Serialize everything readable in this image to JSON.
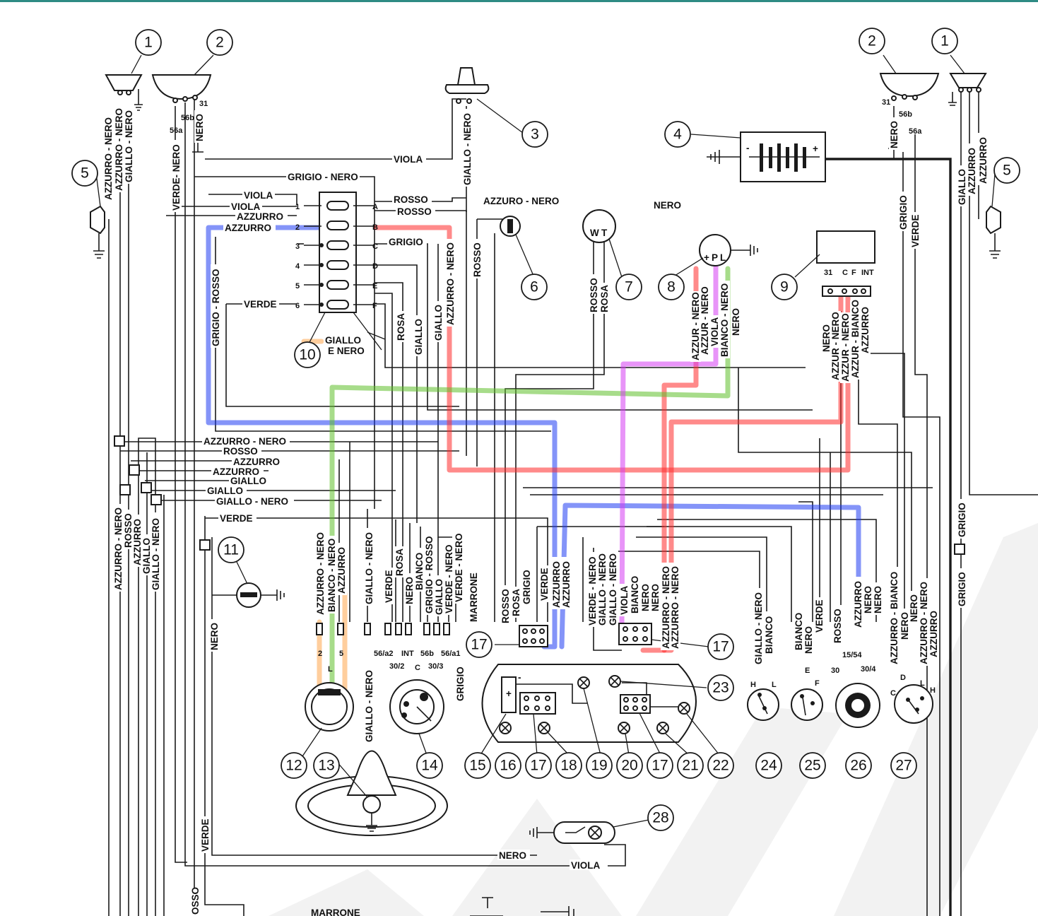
{
  "diagram": {
    "components": [
      {
        "id": "1",
        "label": "1"
      },
      {
        "id": "2",
        "label": "2"
      },
      {
        "id": "3",
        "label": "3"
      },
      {
        "id": "4",
        "label": "4"
      },
      {
        "id": "5",
        "label": "5"
      },
      {
        "id": "6",
        "label": "6"
      },
      {
        "id": "7",
        "label": "7"
      },
      {
        "id": "8",
        "label": "8"
      },
      {
        "id": "9",
        "label": "9"
      },
      {
        "id": "10",
        "label": "10"
      },
      {
        "id": "11",
        "label": "11"
      },
      {
        "id": "12",
        "label": "12"
      },
      {
        "id": "13",
        "label": "13"
      },
      {
        "id": "14",
        "label": "14"
      },
      {
        "id": "15",
        "label": "15"
      },
      {
        "id": "16",
        "label": "16"
      },
      {
        "id": "17",
        "label": "17"
      },
      {
        "id": "18",
        "label": "18"
      },
      {
        "id": "19",
        "label": "19"
      },
      {
        "id": "20",
        "label": "20"
      },
      {
        "id": "21",
        "label": "21"
      },
      {
        "id": "22",
        "label": "22"
      },
      {
        "id": "23",
        "label": "23"
      },
      {
        "id": "24",
        "label": "24"
      },
      {
        "id": "25",
        "label": "25"
      },
      {
        "id": "26",
        "label": "26"
      },
      {
        "id": "27",
        "label": "27"
      },
      {
        "id": "28",
        "label": "28"
      }
    ],
    "wire_labels": {
      "viola": "VIOLA",
      "grigio_nero": "GRIGIO - NERO",
      "giallo_nero": "GIALLO - NERO",
      "azzurro": "AZZURRO",
      "azzurro_nero": "AZZURRO - NERO",
      "azzuro_nero": "AZZURO - NERO",
      "azzur_nero": "AZZUR - NERO",
      "azzur_bianco": "AZZUR - BIANCO",
      "azzurro_bianco": "AZZURRO - BIANCO",
      "rosso": "ROSSO",
      "grigio": "GRIGIO",
      "verde": "VERDE",
      "nero": "NERO",
      "rosa": "ROSA",
      "giallo": "GIALLO",
      "giallo_e": "GIALLO",
      "e_nero": "E NERO",
      "grigio_rosso": "GRIGIO - ROSSO",
      "verde_nero": "VERDE - NERO",
      "verde_nero_v": "VERDE- NERO",
      "bianco": "BIANCO",
      "bianco_nero": "BIANCO - NERO",
      "marrone": "MARRONE",
      "osso": "OSSO"
    },
    "terminals": {
      "t1": "1",
      "t2": "2",
      "t3": "3",
      "t4": "4",
      "t5": "5",
      "t6": "6",
      "ta": "A",
      "tb": "B",
      "tc": "C",
      "td": "D",
      "te": "E",
      "tf": "F",
      "t31": "31",
      "t56a": "56a",
      "t56b": "56b",
      "t56a2": "56/a2",
      "t56a1": "56/a1",
      "tint": "INT",
      "t302": "30/2",
      "t303": "30/3",
      "t304": "30/4",
      "t30": "30",
      "t1554": "15/54",
      "tC": "C",
      "tF": "F",
      "tL": "L",
      "tH": "H",
      "tD": "D",
      "tE": "E",
      "tW": "W",
      "tT": "T",
      "tP": "P",
      "tplus": "+",
      "tminus": "-",
      "t2s": "2",
      "t5s": "5",
      "tLs": "L"
    },
    "highlight_colors": {
      "blue": "#1f3df2",
      "red": "#ff2a2a",
      "green": "#5fbf2a",
      "violet": "#d63df2",
      "orange": "#ffa64d",
      "gray": "#7a7a7a"
    },
    "accent": "#2e8b84"
  }
}
